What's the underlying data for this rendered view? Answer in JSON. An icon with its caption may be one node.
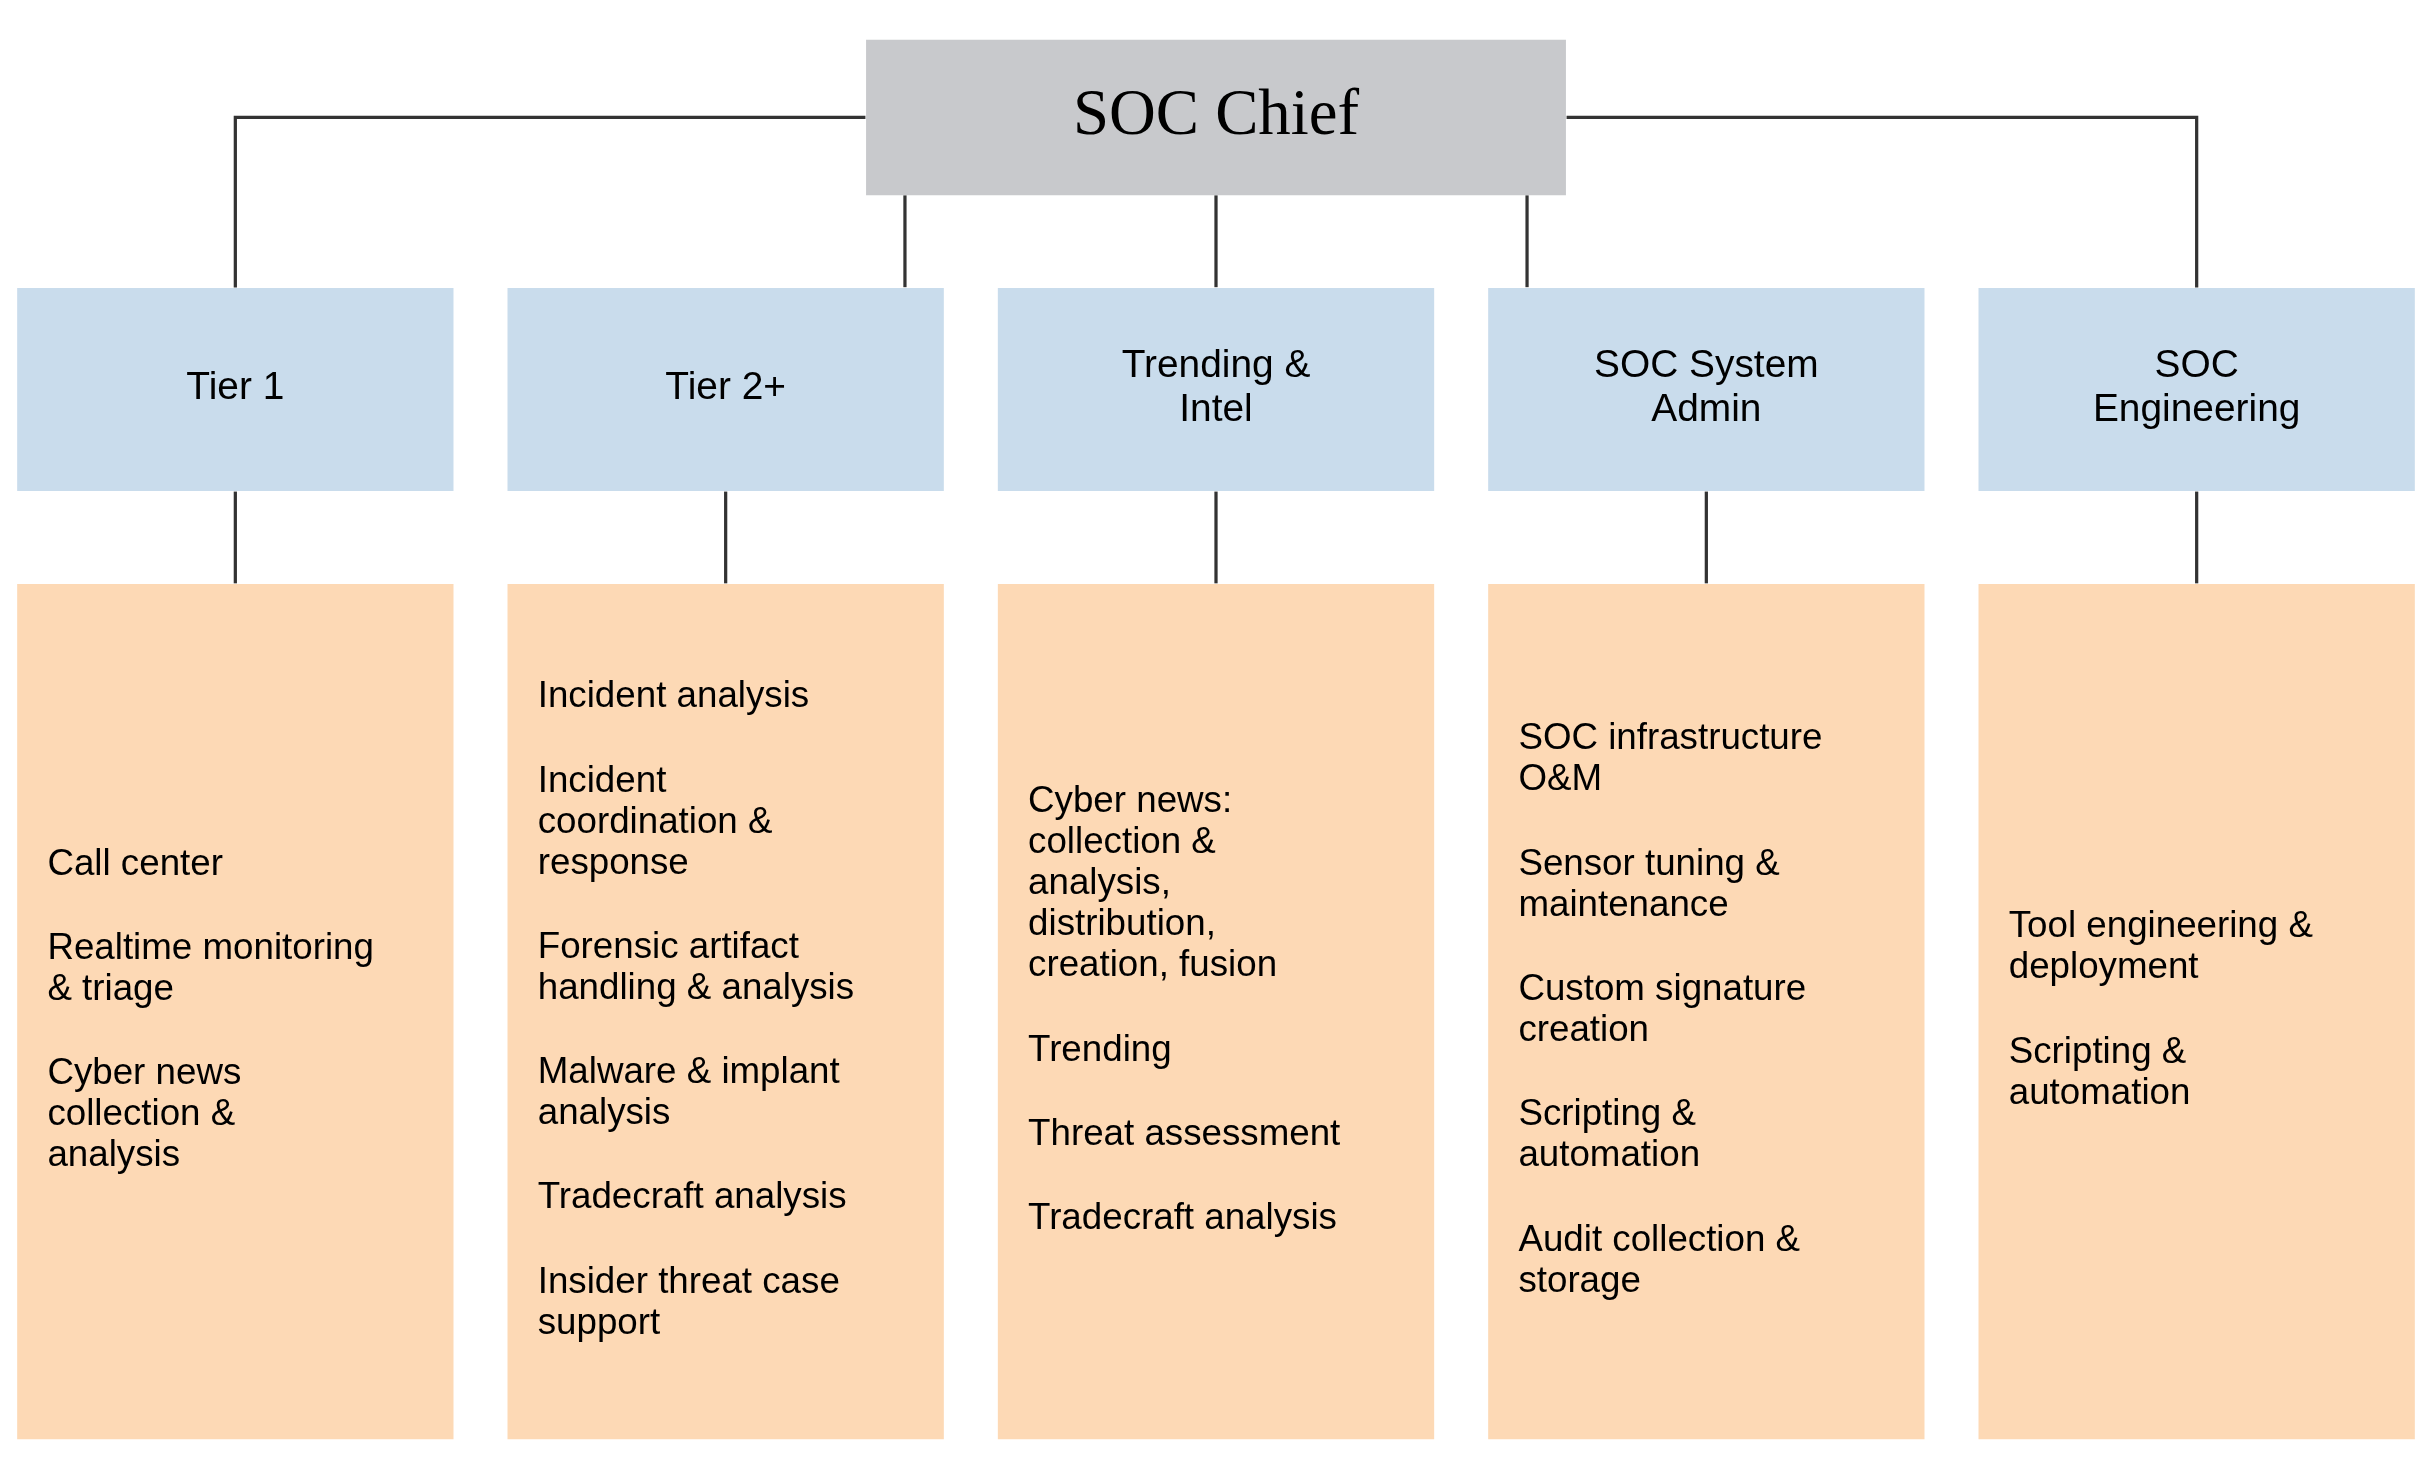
{
  "diagram": {
    "nodes": [
      {
        "text": [
          "SOC Chief"
        ]
      },
      {
        "text": [
          "Tier 1"
        ]
      },
      {
        "text": [
          "Tier 2+"
        ]
      },
      {
        "text": [
          "Trending & Intel"
        ]
      },
      {
        "text": [
          "SOC System Admin"
        ]
      },
      {
        "text": [
          "SOC Engineering"
        ]
      },
      {
        "text": [
          "Call center",
          "Realtime monitoring & triage",
          "Cyber news collection & analysis"
        ]
      },
      {
        "text": [
          "Incident analysis",
          "Incident coordination & response",
          "Forensic artifact handling & analysis",
          "Malware & implant analysis",
          "Tradecraft analysis",
          "Insider threat case support"
        ]
      },
      {
        "text": [
          "Cyber news: collection & analysis, distribution, creation, fusion",
          "Trending",
          "Threat assessment",
          "Tradecraft analysis"
        ]
      },
      {
        "text": [
          "SOC infrastructure O&M",
          "Sensor tuning & maintenance",
          "Custom signature creation",
          "Scripting & automation",
          "Audit collection & storage"
        ]
      },
      {
        "text": [
          "Tool engineering & deployment",
          "Scripting & automation"
        ]
      }
    ],
    "edges": [
      {
        "from": 0,
        "to": 1,
        "arrow": "none"
      },
      {
        "from": 0,
        "to": 2,
        "arrow": "none"
      },
      {
        "from": 0,
        "to": 3,
        "arrow": "none"
      },
      {
        "from": 0,
        "to": 4,
        "arrow": "none"
      },
      {
        "from": 0,
        "to": 5,
        "arrow": "none"
      },
      {
        "from": 1,
        "to": 6,
        "arrow": "none"
      },
      {
        "from": 2,
        "to": 7,
        "arrow": "none"
      },
      {
        "from": 3,
        "to": 8,
        "arrow": "none"
      },
      {
        "from": 4,
        "to": 9,
        "arrow": "none"
      },
      {
        "from": 5,
        "to": 10,
        "arrow": "none"
      }
    ]
  }
}
